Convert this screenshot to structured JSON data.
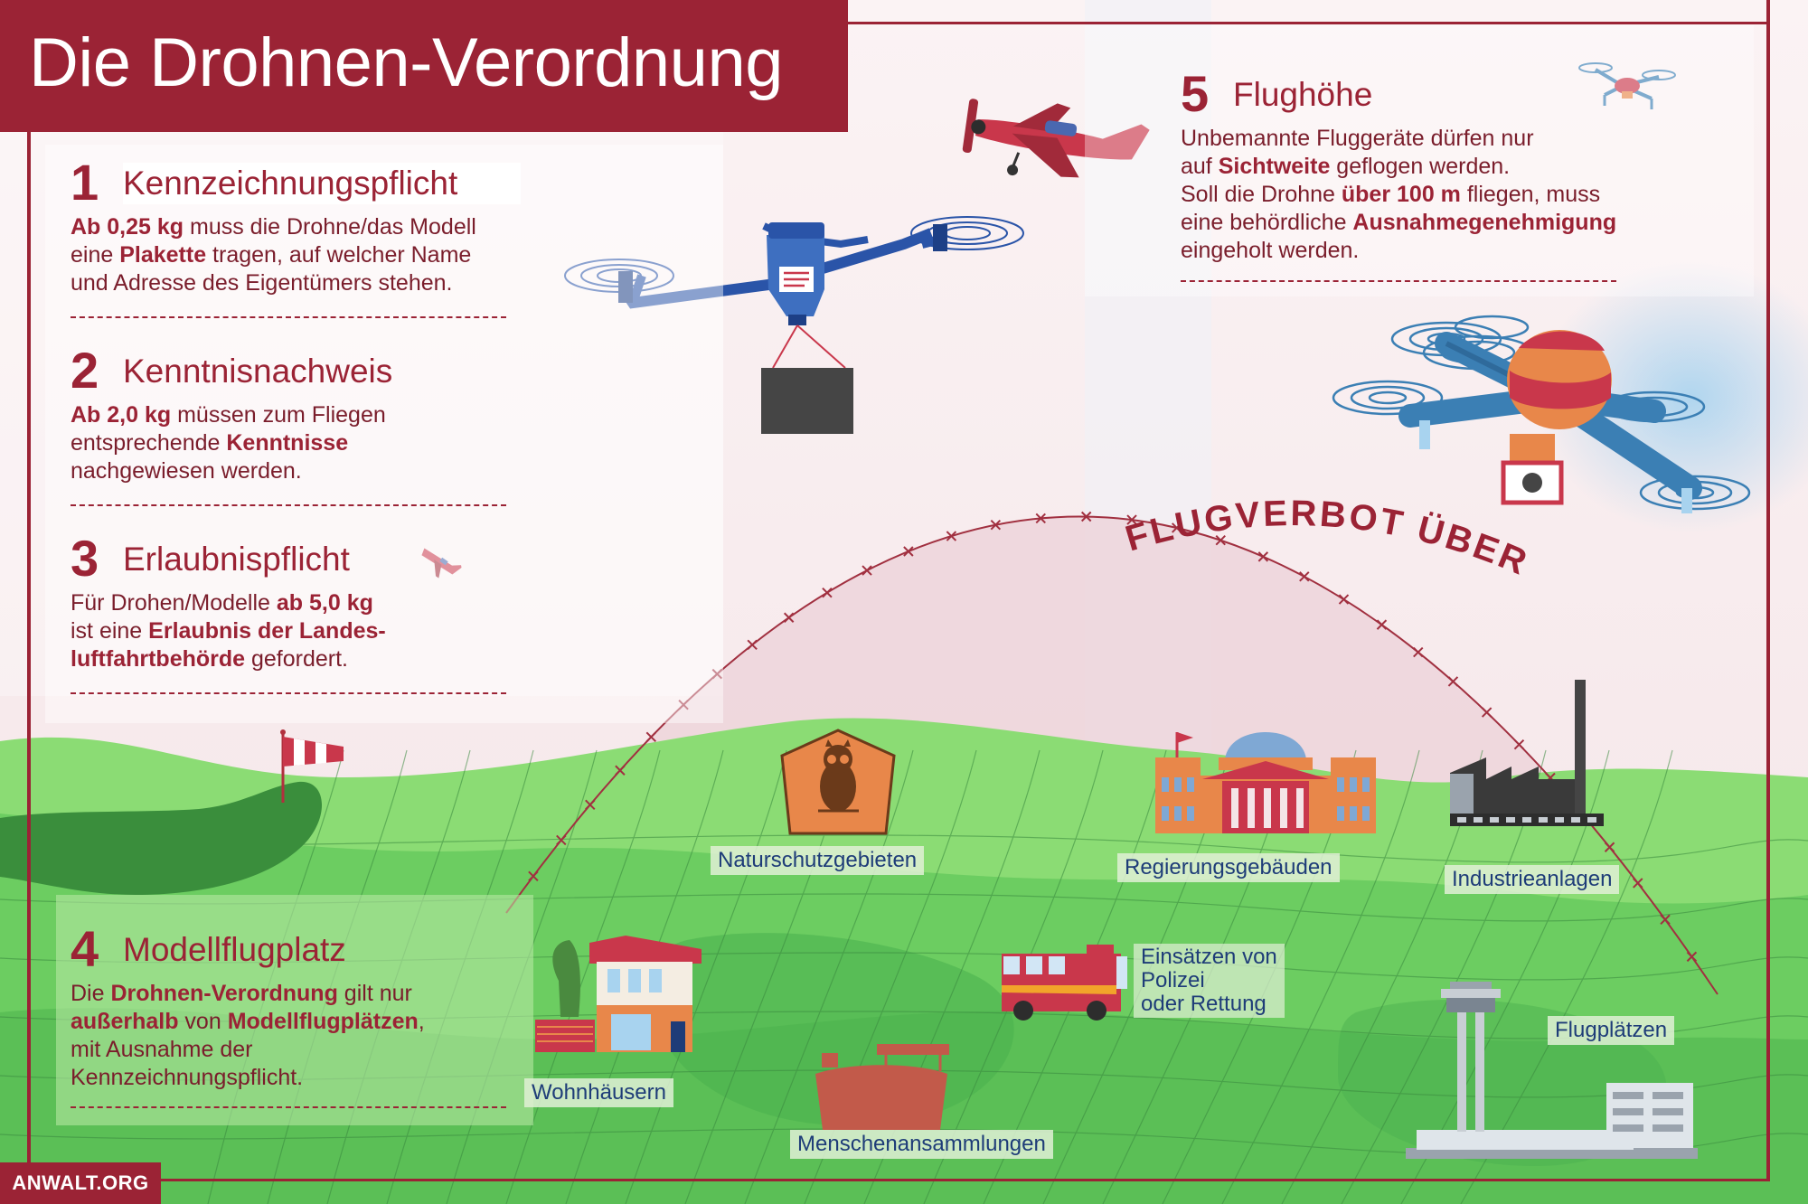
{
  "title": "Die Drohnen-Verordnung",
  "footer": "ANWALT.ORG",
  "arc_label": "FLUGVERBOT ÜBER",
  "colors": {
    "brand": "#9b2335",
    "text_body": "#7a1d2b",
    "label_text": "#1e3c78",
    "grass_light": "#7fd66d",
    "grass_mid": "#54c25a",
    "grass_dark": "#3c9a3e",
    "drone_blue": "#2a54a8",
    "quad_blue": "#3b7fb4",
    "orange": "#e8874a"
  },
  "sections": [
    {
      "number": "1",
      "title": "Kennzeichnungspflicht",
      "lines": [
        [
          {
            "t": "Ab 0,25 kg",
            "b": true
          },
          {
            "t": " muss die Drohne/das Modell"
          }
        ],
        [
          {
            "t": "eine "
          },
          {
            "t": "Plakette",
            "b": true
          },
          {
            "t": " tragen, auf welcher Name"
          }
        ],
        [
          {
            "t": "und Adresse des Eigentümers stehen."
          }
        ]
      ]
    },
    {
      "number": "2",
      "title": "Kenntnisnachweis",
      "lines": [
        [
          {
            "t": "Ab 2,0 kg",
            "b": true
          },
          {
            "t": " müssen zum Fliegen"
          }
        ],
        [
          {
            "t": "entsprechende "
          },
          {
            "t": "Kenntnisse",
            "b": true
          }
        ],
        [
          {
            "t": "nachgewiesen werden."
          }
        ]
      ]
    },
    {
      "number": "3",
      "title": "Erlaubnispflicht",
      "lines": [
        [
          {
            "t": "Für Drohen/Modelle "
          },
          {
            "t": "ab 5,0 kg",
            "b": true
          }
        ],
        [
          {
            "t": "ist eine "
          },
          {
            "t": "Erlaubnis der Landes-",
            "b": true
          }
        ],
        [
          {
            "t": "luftfahrtbehörde",
            "b": true
          },
          {
            "t": " gefordert."
          }
        ]
      ]
    },
    {
      "number": "4",
      "title": "Modellflugplatz",
      "lines": [
        [
          {
            "t": "Die "
          },
          {
            "t": "Drohnen-Verordnung",
            "b": true
          },
          {
            "t": " gilt nur"
          }
        ],
        [
          {
            "t": "außerhalb",
            "b": true
          },
          {
            "t": " von "
          },
          {
            "t": "Modellflugplätzen",
            "b": true
          },
          {
            "t": ","
          }
        ],
        [
          {
            "t": "mit Ausnahme der"
          }
        ],
        [
          {
            "t": "Kennzeichnungspflicht."
          }
        ]
      ]
    },
    {
      "number": "5",
      "title": "Flughöhe",
      "lines": [
        [
          {
            "t": "Unbemannte Fluggeräte dürfen nur"
          }
        ],
        [
          {
            "t": "auf "
          },
          {
            "t": "Sichtweite",
            "b": true
          },
          {
            "t": " geflogen werden."
          }
        ],
        [
          {
            "t": "Soll die Drohne "
          },
          {
            "t": "über 100 m",
            "b": true
          },
          {
            "t": " fliegen, muss"
          }
        ],
        [
          {
            "t": "eine behördliche "
          },
          {
            "t": "Ausnahmegenehmigung",
            "b": true
          }
        ],
        [
          {
            "t": "eingeholt werden."
          }
        ]
      ]
    }
  ],
  "places": {
    "naturschutz": "Naturschutzgebieten",
    "regierung": "Regierungsgebäuden",
    "industrie": "Industrieanlagen",
    "einsatz": [
      "Einsätzen von",
      "Polizei",
      "oder Rettung"
    ],
    "flugplatz": "Flugplätzen",
    "wohnhaus": "Wohnhäusern",
    "menschen": "Menschenansammlungen"
  },
  "icons": [
    "airplane-icon",
    "small-airplane-icon",
    "delivery-drone-icon",
    "camera-quadcopter-icon",
    "small-quadcopter-icon",
    "windsock-icon",
    "owl-sign-icon",
    "government-building-icon",
    "factory-icon",
    "fire-truck-icon",
    "airport-tower-icon",
    "house-icon",
    "crowd-icon"
  ]
}
